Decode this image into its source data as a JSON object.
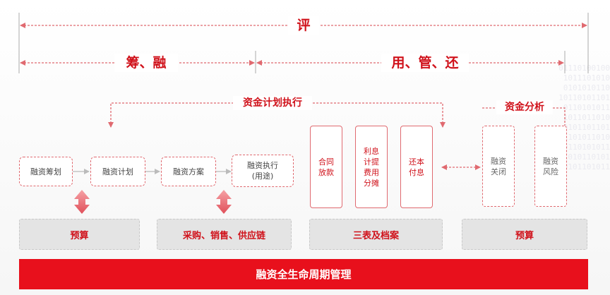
{
  "header": {
    "top_label": "评",
    "left_label": "筹、融",
    "right_label": "用、管、还"
  },
  "sections": {
    "plan_exec": "资金计划执行",
    "analysis": "资金分析"
  },
  "flow": {
    "step1": "融资筹划",
    "step2": "融资计划",
    "step3": "融资方案",
    "step4_line1": "融资执行",
    "step4_line2": "(用途)"
  },
  "vertical_boxes": {
    "v1": "合同\n放款",
    "v2": "利息\n计提\n费用\n分摊",
    "v3": "还本\n付息",
    "v4": "融资\n关闭",
    "v5": "融资\n风险"
  },
  "bottom": {
    "b1": "预算",
    "b2": "采购、销售、供应链",
    "b3": "三表及档案",
    "b4": "预算"
  },
  "footer": "融资全生命周期管理",
  "colors": {
    "accent": "#d0121b",
    "bar": "#e8101c",
    "gray": "#e4e4e4"
  }
}
